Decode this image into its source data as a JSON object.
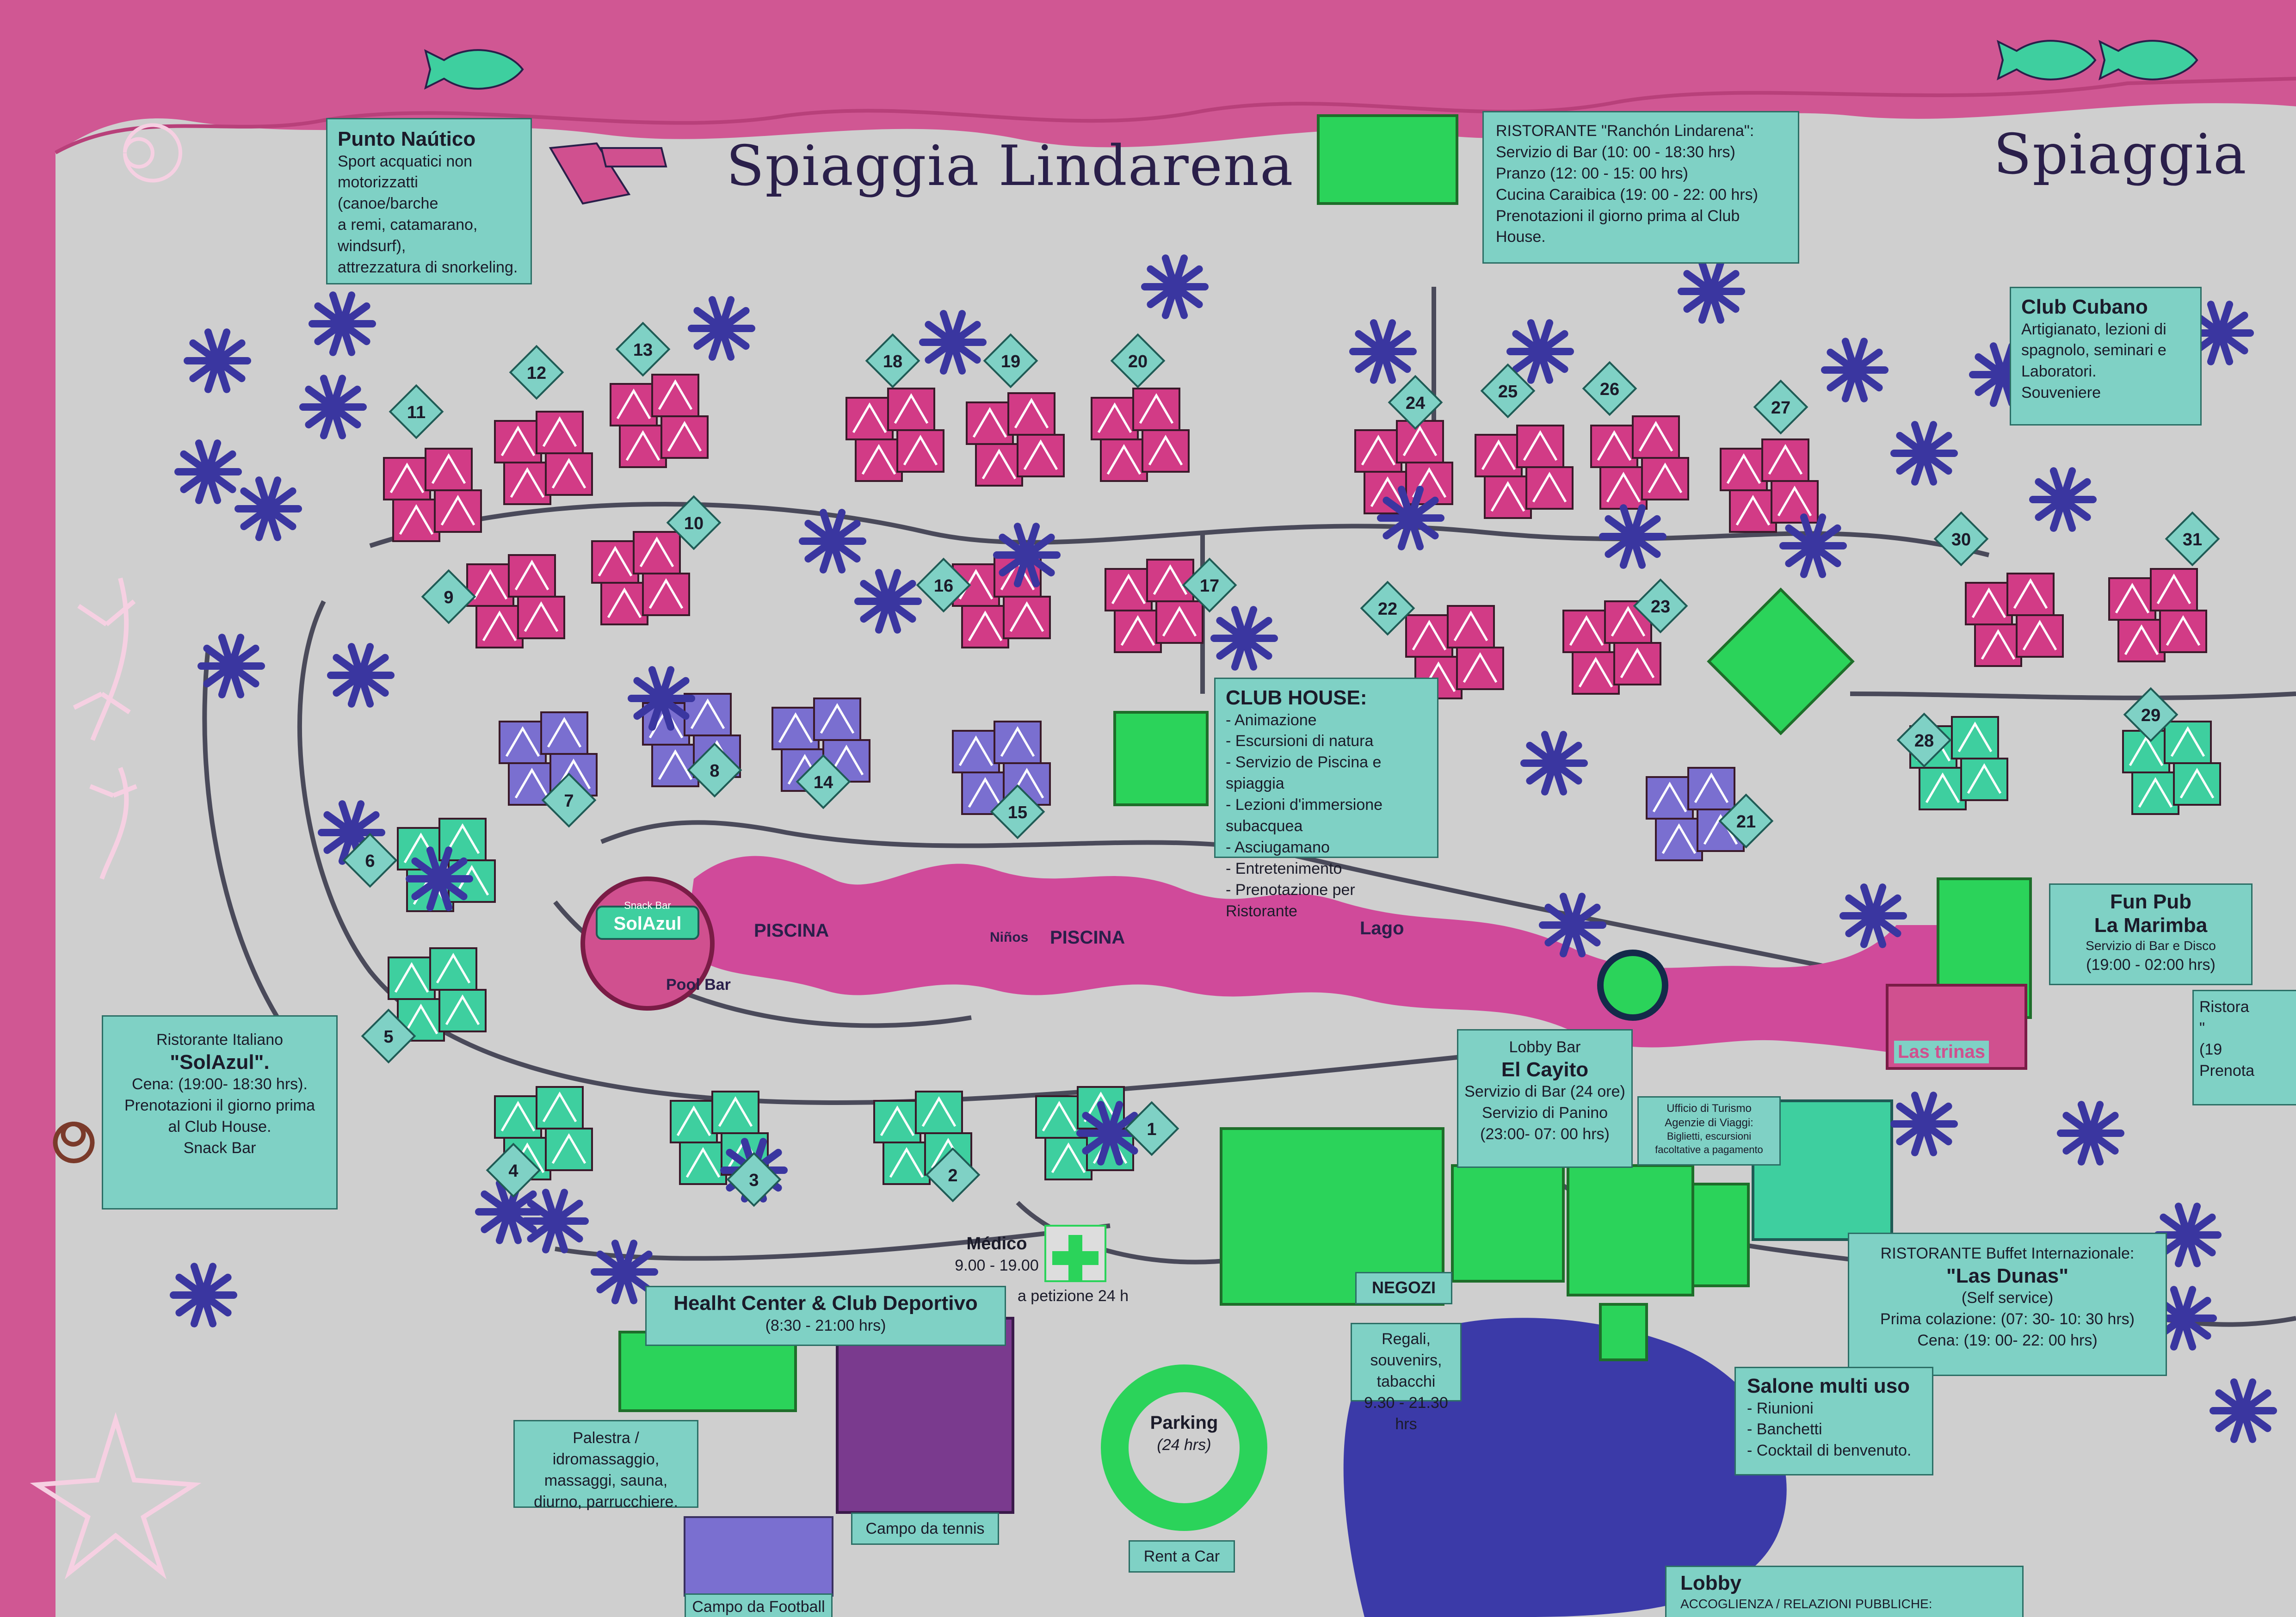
{
  "titles": {
    "left": "Spiaggia Lindarena",
    "right": "Spiaggia"
  },
  "punto_nautico": {
    "title": "Punto Naútico",
    "lines": [
      "Sport acquatici non",
      "motorizzatti (canoe/barche",
      "a remi, catamarano,",
      "windsurf),",
      "attrezzatura di snorkeling."
    ]
  },
  "ranchon": {
    "lines": [
      "RISTORANTE \"Ranchón Lindarena\":",
      "Servizio di Bar (10: 00 - 18:30 hrs)",
      "Pranzo (12: 00 - 15: 00 hrs)",
      "Cucina Caraibica (19: 00 - 22: 00 hrs)",
      "Prenotazioni il giorno prima al Club House."
    ]
  },
  "club_cubano": {
    "title": "Club Cubano",
    "lines": [
      "Artigianato, lezioni di",
      "spagnolo, seminari e",
      "Laboratori.",
      "Souveniere"
    ]
  },
  "club_house": {
    "title": "CLUB HOUSE:",
    "lines": [
      "- Animazione",
      "- Escursioni di natura",
      "- Servizio de Piscina e spiaggia",
      "- Lezioni d'immersione subacquea",
      "- Asciugamano",
      "- Entretenimento",
      "- Prenotazione per Ristorante"
    ]
  },
  "solazul": {
    "lines": [
      "Ristorante Italiano",
      "\"SolAzul\".",
      "Cena: (19:00- 18:30 hrs).",
      "Prenotazioni il giorno prima",
      "al Club House.",
      "Snack Bar"
    ]
  },
  "lobby_bar": {
    "lines": [
      "Lobby Bar",
      "El Cayito",
      "Servizio di Bar (24 ore)",
      "Servizio di Panino",
      "(23:00- 07: 00 hrs)"
    ]
  },
  "ufficio": {
    "lines": [
      "Ufficio di Turismo",
      "Agenzie di Viaggi:",
      "Biglietti, escursioni",
      "facoltative a pagamento"
    ]
  },
  "fun_pub": {
    "lines": [
      "Fun Pub",
      "La Marimba",
      "Servizio di Bar e Disco",
      "(19:00 - 02:00 hrs)"
    ]
  },
  "right_edge": {
    "lines": [
      "Ristora",
      "\"",
      "(19",
      "Prenota"
    ]
  },
  "las_dunas": {
    "lines": [
      "RISTORANTE Buffet Internazionale:",
      "\"Las Dunas\"",
      "(Self service)",
      "Prima colazione: (07: 30- 10: 30 hrs)",
      "Cena: (19: 00- 22: 00 hrs)"
    ]
  },
  "salone": {
    "title": "Salone multi uso",
    "lines": [
      "- Riunioni",
      "- Banchetti",
      "- Cocktail di benvenuto."
    ]
  },
  "health": {
    "title": "Healht Center & Club Deportivo",
    "hours": "(8:30 - 21:00 hrs)"
  },
  "palestra": {
    "lines": [
      "Palestra / idromassaggio,",
      "massaggi, sauna,",
      "diurno, parrucchiere."
    ]
  },
  "tennis": "Campo da tennis",
  "football": "Campo da Football",
  "medico": {
    "lines": [
      "Médico",
      "9.00 - 19.00"
    ],
    "extra": "a petizione 24 h"
  },
  "negozi": {
    "title": "NEGOZI",
    "lines": [
      "Regali, souvenirs,",
      "tabacchi",
      "9.30 - 21.30 hrs"
    ]
  },
  "parking": {
    "title": "Parking",
    "hours": "(24 hrs)"
  },
  "rent": "Rent a Car",
  "lobby": {
    "title": "Lobby",
    "sub": "ACCOGLIENZA / RELAZIONI PUBBLICHE:"
  },
  "pools": {
    "piscina1": "PISCINA",
    "ninos": "Niños",
    "piscina2": "PISCINA",
    "lago": "Lago",
    "pool_bar": "Pool Bar"
  },
  "sign_snack": "Snack Bar",
  "sign_solazul": "SolAzul",
  "las_trinas": "Las trinas",
  "numbers": [
    "1",
    "2",
    "3",
    "4",
    "5",
    "6",
    "7",
    "8",
    "9",
    "10",
    "11",
    "12",
    "13",
    "14",
    "15",
    "16",
    "17",
    "18",
    "19",
    "20",
    "21",
    "22",
    "23",
    "24",
    "25",
    "26",
    "27",
    "28",
    "29",
    "30",
    "31"
  ],
  "colors": {
    "pink_border": "#d0508f",
    "water": "#d04a9a",
    "palm": "#3a36a0",
    "label_bg": "#7fd1c5",
    "building_green": "#2bd35a",
    "villa_pink": "#d23b86",
    "villa_blue": "#7a6fd0",
    "villa_teal": "#3ecf9f"
  }
}
